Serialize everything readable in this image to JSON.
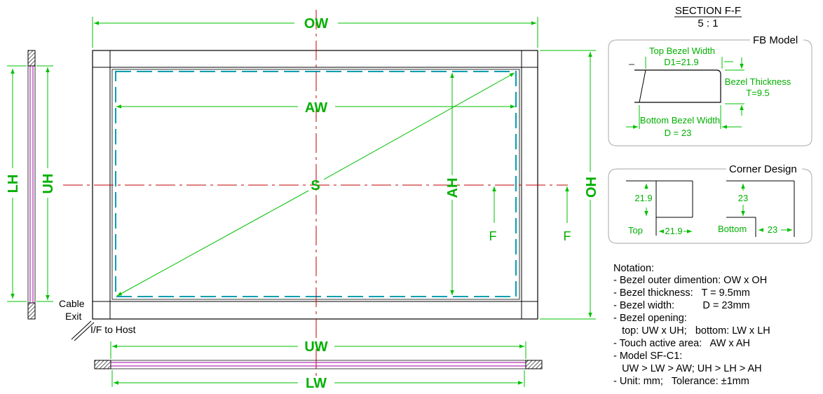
{
  "colors": {
    "dimension": "#00c000",
    "centerline": "#c00000",
    "active_area": "#00a0b0",
    "frame": "#000000",
    "glass": "#a000a0"
  },
  "main": {
    "ow": "OW",
    "oh": "OH",
    "aw": "AW",
    "ah": "AH",
    "uw": "UW",
    "uh": "UH",
    "lw": "LW",
    "lh": "LH",
    "s": "S",
    "f_left": "F",
    "f_right": "F",
    "cable_exit_line1": "Cable",
    "cable_exit_line2": "Exit",
    "if_to_host": "I/F to Host"
  },
  "section": {
    "title": "SECTION  F-F",
    "scale": "5  :  1"
  },
  "fb_model": {
    "title": "FB Model",
    "top_bezel_width": "Top Bezel Width",
    "d1": "D1=21.9",
    "bezel_thickness": "Bezel Thickness",
    "t": "T=9.5",
    "bottom_bezel_width": "Bottom Bezel Width",
    "d": "D = 23"
  },
  "corner_design": {
    "title": "Corner Design",
    "top_dim_v": "21.9",
    "top_dim_h": "21.9",
    "top_label": "Top",
    "bottom_dim_v": "23",
    "bottom_dim_h": "23",
    "bottom_label": "Bottom"
  },
  "notation": {
    "title": "Notation:",
    "lines": [
      "- Bezel outer dimention: OW x OH",
      "- Bezel thickness:   T = 9.5mm",
      "- Bezel width:          D = 23mm",
      "- Bezel opening:",
      "   top: UW x UH;   bottom: LW x LH",
      "- Touch active area:   AW x AH",
      "- Model SF-C1:",
      "   UW > LW > AW; UH > LH > AH",
      "- Unit: mm;   Tolerance: ±1mm"
    ]
  }
}
